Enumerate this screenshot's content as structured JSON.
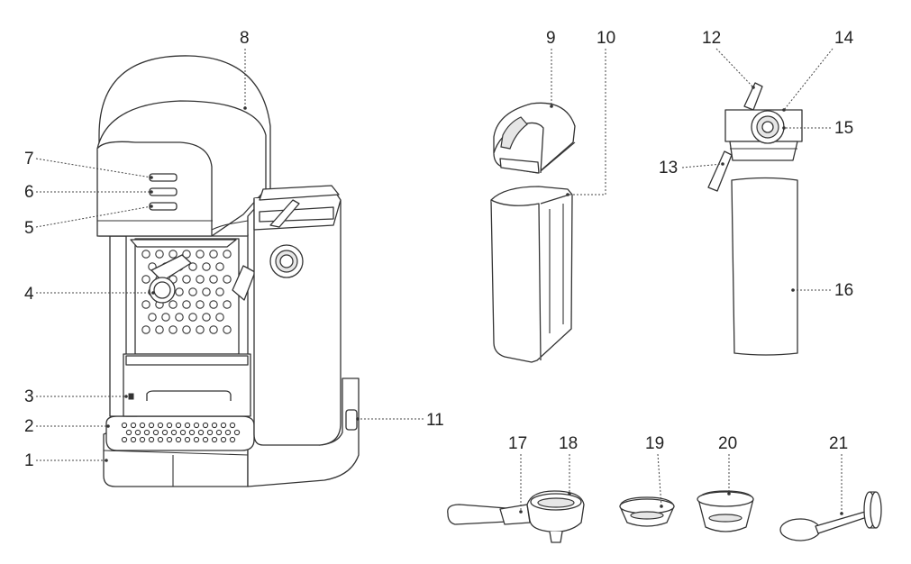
{
  "labels": [
    "1",
    "2",
    "3",
    "4",
    "5",
    "6",
    "7",
    "8",
    "9",
    "10",
    "11",
    "12",
    "13",
    "14",
    "15",
    "16",
    "17",
    "18",
    "19",
    "20",
    "21"
  ]
}
